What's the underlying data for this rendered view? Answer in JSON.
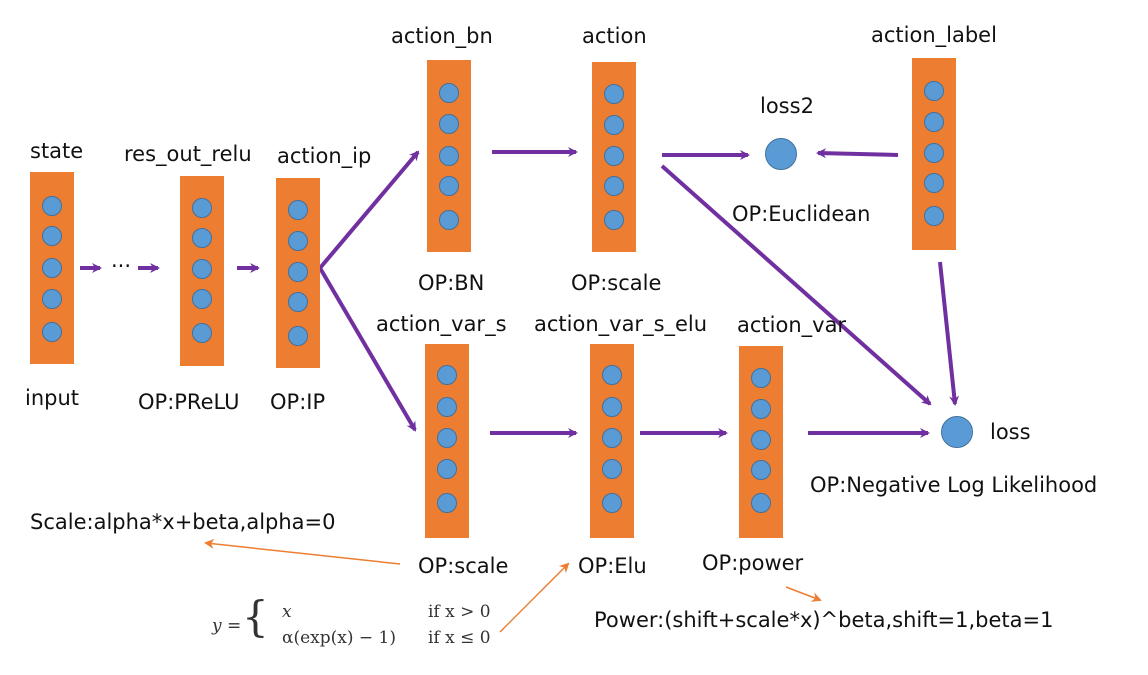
{
  "layers": {
    "state": {
      "name": "state",
      "op": "input"
    },
    "res_out_relu": {
      "name": "res_out_relu",
      "op": "OP:PReLU"
    },
    "action_ip": {
      "name": "action_ip",
      "op": "OP:IP"
    },
    "action_bn": {
      "name": "action_bn",
      "op": "OP:BN"
    },
    "action": {
      "name": "action",
      "op": "OP:scale"
    },
    "action_label": {
      "name": "action_label"
    },
    "action_var_s": {
      "name": "action_var_s",
      "op": "OP:scale"
    },
    "action_var_s_elu": {
      "name": "action_var_s_elu",
      "op": "OP:Elu"
    },
    "action_var": {
      "name": "action_var",
      "op": "OP:power"
    }
  },
  "nodes": {
    "loss2": {
      "name": "loss2",
      "op": "OP:Euclidean"
    },
    "loss": {
      "name": "loss",
      "op": "OP:Negative Log Likelihood"
    }
  },
  "ellipsis": "···",
  "notes": {
    "scale": "Scale:alpha*x+beta,alpha=0",
    "power": "Power:(shift+scale*x)^beta,shift=1,beta=1"
  },
  "elu_formula": {
    "lhs": "y =",
    "brace": "{",
    "case1_expr": "x",
    "case1_cond": "if x > 0",
    "case2_expr": "α(exp(x) − 1)",
    "case2_cond": "if x ≤ 0"
  },
  "colors": {
    "layer_fill": "#ED7D31",
    "neuron_fill": "#5B9BD5",
    "main_arrow": "#7030A0",
    "note_arrow": "#ED7D31"
  }
}
